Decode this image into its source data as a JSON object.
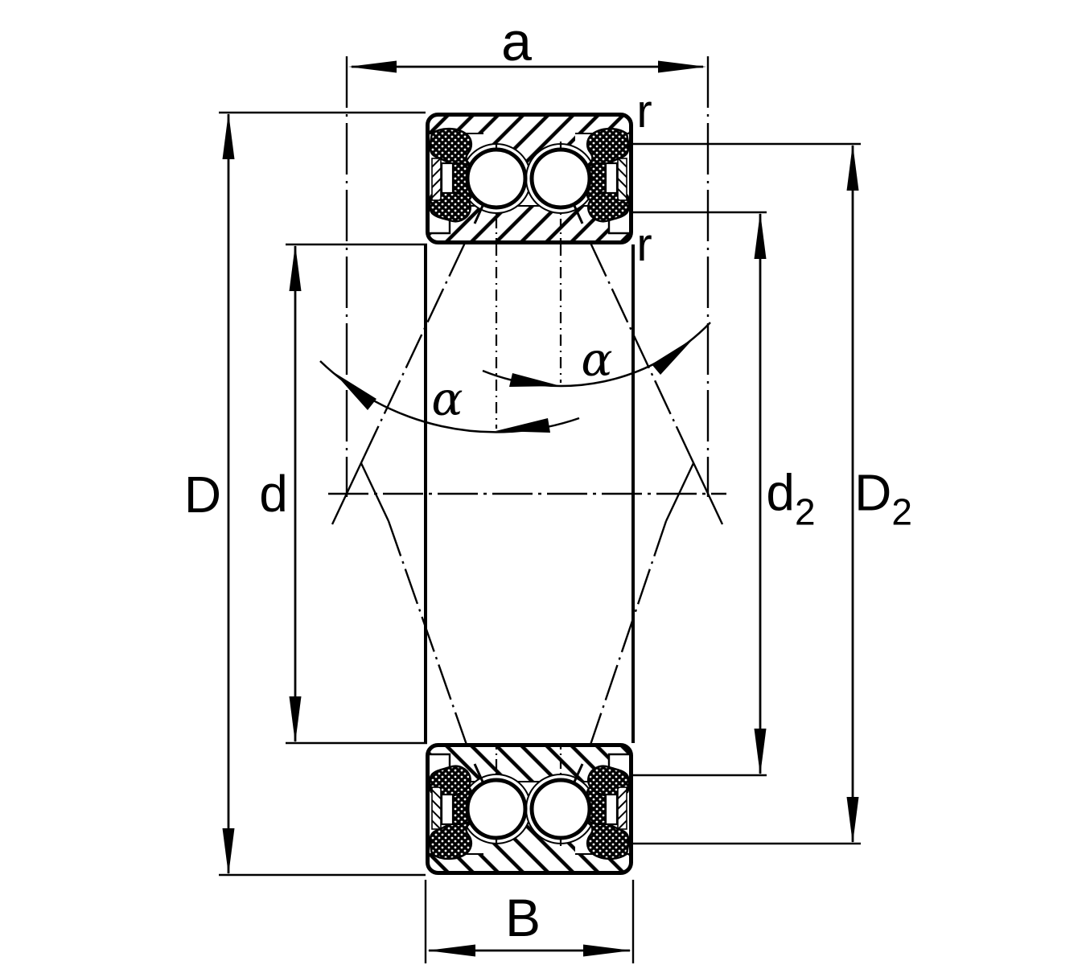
{
  "drawing": {
    "type": "bearing-cross-section-technical-drawing",
    "colors": {
      "line": "#000000",
      "background": "#ffffff"
    },
    "labels": {
      "pressure_center_distance": "a",
      "chamfer_radius_top": "r",
      "chamfer_radius_bottom": "r",
      "outer_diameter": "D",
      "bore_diameter": "d",
      "shoulder_inner": {
        "main": "d",
        "sub": "2"
      },
      "shoulder_outer": {
        "main": "D",
        "sub": "2"
      },
      "width": "B",
      "contact_angle_left": "α",
      "contact_angle_right": "α"
    }
  }
}
